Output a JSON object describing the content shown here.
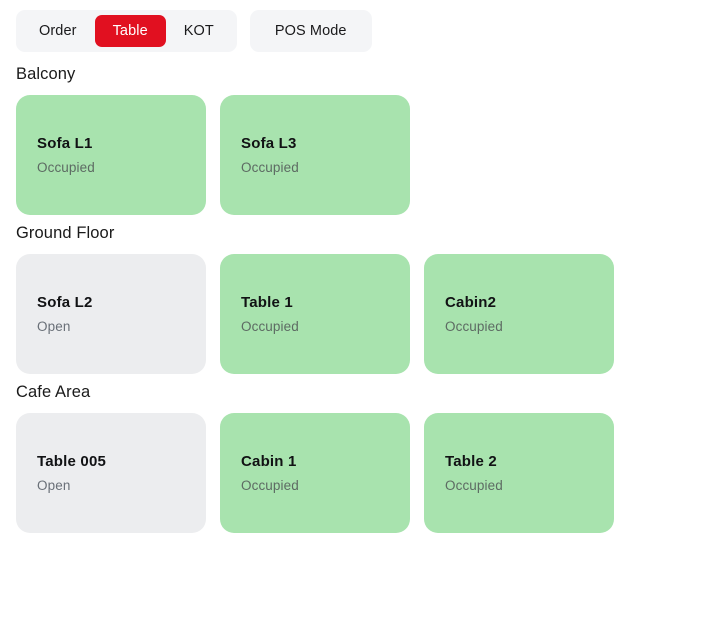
{
  "topbar": {
    "mode_tabs": [
      {
        "label": "Order",
        "active": false
      },
      {
        "label": "Table",
        "active": true
      },
      {
        "label": "KOT",
        "active": false
      }
    ],
    "pos_tabs": [
      {
        "label": "POS Mode",
        "active": false
      }
    ]
  },
  "colors": {
    "active_tab_bg": "#e11020",
    "tabgroup_bg": "#f4f5f7",
    "occupied_bg": "#a8e3ae",
    "open_bg": "#ecedef",
    "heading_text": "#1a1a1a",
    "status_text": "#6a7078"
  },
  "sections": [
    {
      "title": "Balcony",
      "tables": [
        {
          "name": "Sofa L1",
          "status": "Occupied",
          "state": "occupied"
        },
        {
          "name": "Sofa L3",
          "status": "Occupied",
          "state": "occupied"
        }
      ]
    },
    {
      "title": "Ground Floor",
      "tables": [
        {
          "name": "Sofa L2",
          "status": "Open",
          "state": "open"
        },
        {
          "name": "Table 1",
          "status": "Occupied",
          "state": "occupied"
        },
        {
          "name": "Cabin2",
          "status": "Occupied",
          "state": "occupied"
        }
      ]
    },
    {
      "title": "Cafe Area",
      "tables": [
        {
          "name": "Table 005",
          "status": "Open",
          "state": "open"
        },
        {
          "name": "Cabin 1",
          "status": "Occupied",
          "state": "occupied"
        },
        {
          "name": "Table 2",
          "status": "Occupied",
          "state": "occupied"
        }
      ]
    }
  ]
}
